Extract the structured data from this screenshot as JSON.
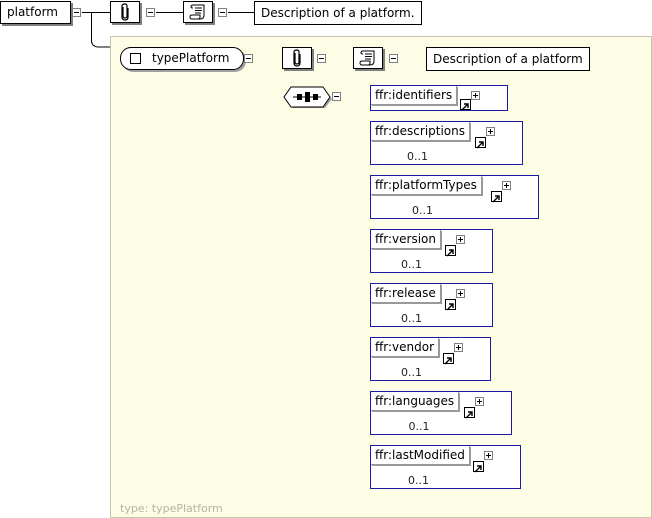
{
  "root": {
    "name": "platform",
    "annotation": "Description of a platform."
  },
  "type": {
    "name": "typePlatform",
    "annotation": "Description of a platform",
    "footer": "type: typePlatform"
  },
  "children": [
    {
      "name": "ffr:identifiers",
      "occurrence": ""
    },
    {
      "name": "ffr:descriptions",
      "occurrence": "0..1"
    },
    {
      "name": "ffr:platformTypes",
      "occurrence": "0..1"
    },
    {
      "name": "ffr:version",
      "occurrence": "0..1"
    },
    {
      "name": "ffr:release",
      "occurrence": "0..1"
    },
    {
      "name": "ffr:vendor",
      "occurrence": "0..1"
    },
    {
      "name": "ffr:languages",
      "occurrence": "0..1"
    },
    {
      "name": "ffr:lastModified",
      "occurrence": "0..1"
    }
  ],
  "icons": {
    "attribute": "paperclip-icon",
    "documentation": "scroll-icon",
    "sequence": "sequence-compositor-icon",
    "reference": "reference-arrow-icon",
    "expand": "plus-icon",
    "collapse": "minus-icon"
  }
}
